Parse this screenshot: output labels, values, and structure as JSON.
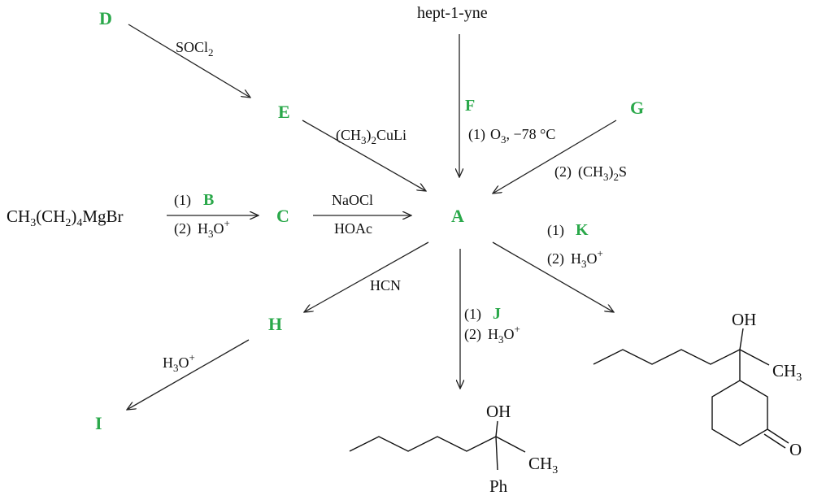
{
  "colors": {
    "label": "#2aa84a",
    "text": "#111111"
  },
  "labels": {
    "A": "A",
    "B": "B",
    "C": "C",
    "D": "D",
    "E": "E",
    "F": "F",
    "G": "G",
    "H": "H",
    "I": "I",
    "J": "J",
    "K": "K"
  },
  "compounds": {
    "hept1yne": "hept-1-yne",
    "grignard": {
      "ch3": "CH",
      "s1": "3",
      "ch2": "(CH",
      "s2": "2",
      "close": ")",
      "s3": "4",
      "mgbr": "MgBr"
    }
  },
  "reagents": {
    "socl2": {
      "main": "SOCl",
      "sub": "2"
    },
    "cuprate": {
      "p1": "(CH",
      "s1": "3",
      "p2": ")",
      "s2": "2",
      "p3": "CuLi"
    },
    "ozonolysis": {
      "step1": "(1)",
      "o3": "O",
      "o3_sub": "3",
      "cond": ", −78 °C",
      "step2": "(2)",
      "dms_a": "(CH",
      "dms_s1": "3",
      "dms_b": ")",
      "dms_s2": "2",
      "dms_c": "S"
    },
    "grignard_steps": {
      "step1": "(1)",
      "step2": "(2)",
      "h3o": "H",
      "h3o_sub": "3",
      "h3o_o": "O",
      "h3o_sup": "+"
    },
    "naocl": "NaOCl",
    "hoac": "HOAc",
    "k_steps": {
      "step1": "(1)",
      "step2": "(2)",
      "h3o": "H",
      "h3o_sub": "3",
      "h3o_o": "O",
      "h3o_sup": "+"
    },
    "hcn": "HCN",
    "j_steps": {
      "step1": "(1)",
      "step2": "(2)",
      "h3o": "H",
      "h3o_sub": "3",
      "h3o_o": "O",
      "h3o_sup": "+"
    },
    "hydrolysis": {
      "h3o": "H",
      "h3o_sub": "3",
      "h3o_o": "O",
      "h3o_sup": "+"
    }
  },
  "products": {
    "right": {
      "oh": "OH",
      "ch3": "CH",
      "ch3_sub": "3",
      "o": "O"
    },
    "bottom": {
      "oh": "OH",
      "ch3": "CH",
      "ch3_sub": "3",
      "ph": "Ph"
    }
  }
}
